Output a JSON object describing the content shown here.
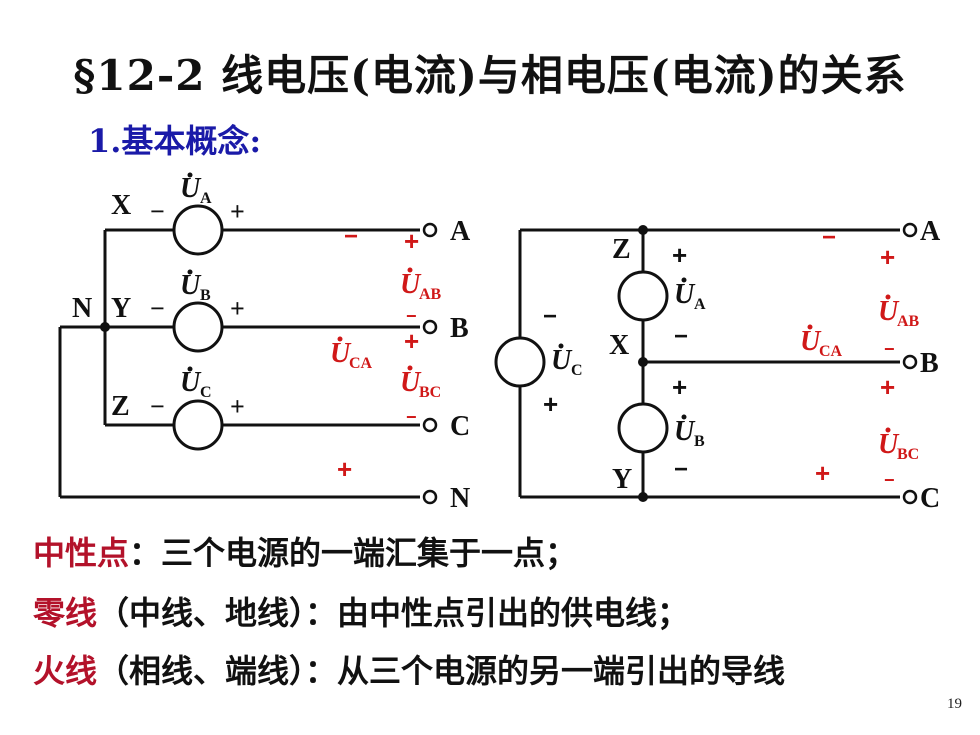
{
  "title": "§12-2  线电压(电流)与相电压(电流)的关系",
  "section": "1.基本概念:",
  "colors": {
    "title": "#111111",
    "section": "#1a1aa8",
    "term": "#b3122a",
    "sign": "#d01818"
  },
  "diagram_left": {
    "nodes": {
      "x": "X",
      "y": "Y",
      "z": "Z",
      "n": "N"
    },
    "terminals": [
      "A",
      "B",
      "C",
      "N"
    ],
    "sources": [
      {
        "u": "U",
        "sub": "A",
        "minus": "−",
        "plus": "+"
      },
      {
        "u": "U",
        "sub": "B",
        "minus": "−",
        "plus": "+"
      },
      {
        "u": "U",
        "sub": "C",
        "minus": "−",
        "plus": "+"
      }
    ],
    "line_voltages": [
      {
        "u": "U",
        "sub": "AB"
      },
      {
        "u": "U",
        "sub": "BC"
      },
      {
        "u": "U",
        "sub": "CA"
      }
    ],
    "signs": {
      "minus": "−",
      "plus": "+"
    }
  },
  "diagram_right": {
    "nodes": {
      "x": "X",
      "y": "Y",
      "z": "Z"
    },
    "terminals": [
      "A",
      "B",
      "C"
    ],
    "sources": [
      {
        "u": "U",
        "sub": "A"
      },
      {
        "u": "U",
        "sub": "B"
      },
      {
        "u": "U",
        "sub": "C"
      }
    ],
    "line_voltages": [
      {
        "u": "U",
        "sub": "AB"
      },
      {
        "u": "U",
        "sub": "BC"
      },
      {
        "u": "U",
        "sub": "CA"
      }
    ],
    "signs": {
      "minus": "−",
      "plus": "+"
    }
  },
  "definitions": [
    {
      "term": "中性点",
      "text": "：三个电源的一端汇集于一点；"
    },
    {
      "term": "零线",
      "text": "（中线、地线）：由中性点引出的供电线；"
    },
    {
      "term": "火线",
      "text": "（相线、端线）：从三个电源的另一端引出的导线"
    }
  ],
  "page_number": "19"
}
